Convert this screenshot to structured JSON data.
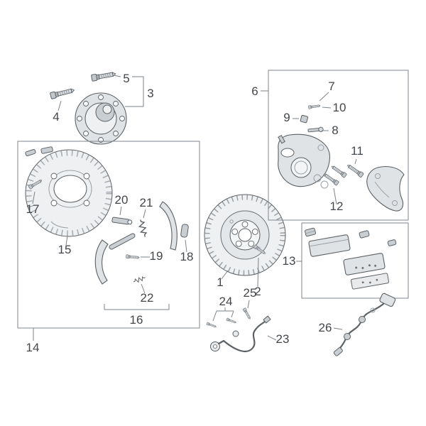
{
  "colors": {
    "background": "#ffffff",
    "outline": "#5c6165",
    "part_fill": "#dfe3e6",
    "part_fill_dark": "#c9ced2",
    "leader_line": "#7d8388",
    "box_stroke": "#8a9096",
    "callout_text": "#43474b"
  },
  "callouts": {
    "c1": "1",
    "c2": "2",
    "c3": "3",
    "c4": "4",
    "c5": "5",
    "c6": "6",
    "c7": "7",
    "c8": "8",
    "c9": "9",
    "c10": "10",
    "c11": "11",
    "c12": "12",
    "c13": "13",
    "c14": "14",
    "c15": "15",
    "c16": "16",
    "c17": "17",
    "c18": "18",
    "c19": "19",
    "c20": "20",
    "c21": "21",
    "c22": "22",
    "c23": "23",
    "c24": "24",
    "c25": "25",
    "c26": "26"
  }
}
